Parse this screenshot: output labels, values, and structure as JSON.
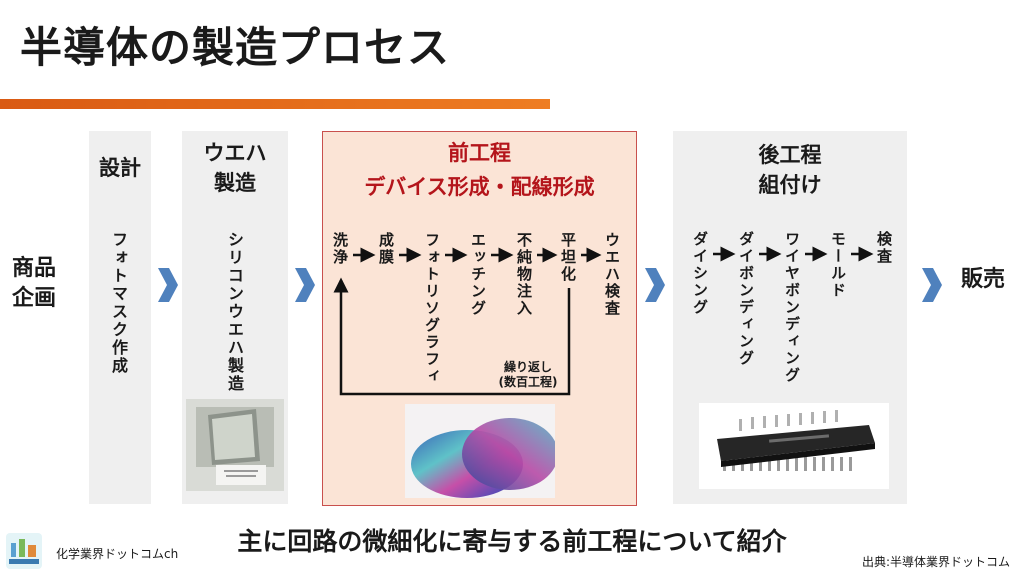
{
  "title": "半導体の製造プロセス",
  "start_label": [
    "商品",
    "企画"
  ],
  "end_label": "販売",
  "panels": {
    "design": {
      "title": "設計",
      "step": "フォトマスク作成"
    },
    "wafer": {
      "title": [
        "ウエハ",
        "製造"
      ],
      "step": "シリコンウエハ製造"
    },
    "front": {
      "title": "前工程",
      "subtitle": "デバイス形成・配線形成",
      "steps": [
        "洗浄",
        "成膜",
        "フォトリソグラフィ",
        "エッチング",
        "不純物注入",
        "平坦化",
        "ウエハ検査"
      ],
      "loop_note": [
        "繰り返し",
        "(数百工程)"
      ]
    },
    "back": {
      "title": [
        "後工程",
        "組付け"
      ],
      "steps": [
        "ダイシング",
        "ダイボンディング",
        "ワイヤボンディング",
        "モールド",
        "検査"
      ]
    }
  },
  "footer": "主に回路の微細化に寄与する前工程について紹介",
  "source": "出典:半導体業界ドットコム",
  "channel": "化学業界ドットコムch",
  "colors": {
    "title_bar": "#e06a1a",
    "chevron": "#4f81bd",
    "front_title": "#b4151b",
    "front_bg": "#fbe4d6",
    "panel_bg": "#efefef"
  }
}
